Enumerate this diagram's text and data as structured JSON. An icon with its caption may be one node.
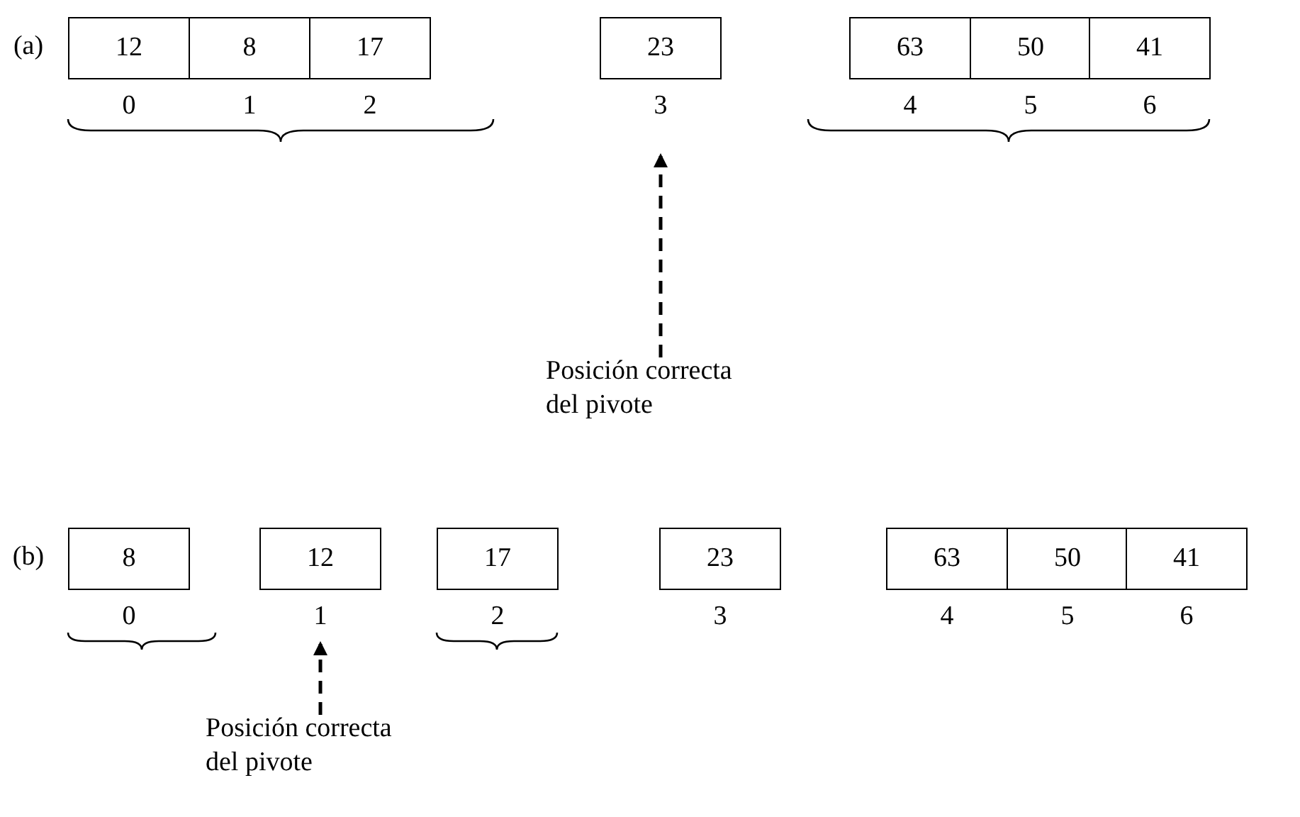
{
  "diagram": {
    "nodes": [
      {
        "text": [
          "12"
        ]
      },
      {
        "text": [
          "8"
        ]
      },
      {
        "text": [
          "17"
        ]
      },
      {
        "text": [
          "23"
        ]
      },
      {
        "text": [
          "63"
        ]
      },
      {
        "text": [
          "50"
        ]
      },
      {
        "text": [
          "41"
        ]
      },
      {
        "text": [
          "Posición correcta del pivote"
        ]
      },
      {
        "text": [
          "8"
        ]
      },
      {
        "text": [
          "12"
        ]
      },
      {
        "text": [
          "17"
        ]
      },
      {
        "text": [
          "23"
        ]
      },
      {
        "text": [
          "63"
        ]
      },
      {
        "text": [
          "50"
        ]
      },
      {
        "text": [
          "41"
        ]
      },
      {
        "text": [
          "Posición correcta del pivote"
        ]
      }
    ],
    "edges": [
      {
        "from": 7,
        "to": 3,
        "arrow": "to",
        "style": "dashed"
      },
      {
        "from": 15,
        "to": 9,
        "arrow": "to",
        "style": "dashed"
      }
    ],
    "labels": [
      "(a)",
      "0",
      "1",
      "2",
      "3",
      "4",
      "5",
      "6",
      "(b)",
      "0",
      "1",
      "2",
      "3",
      "4",
      "5",
      "6"
    ]
  }
}
